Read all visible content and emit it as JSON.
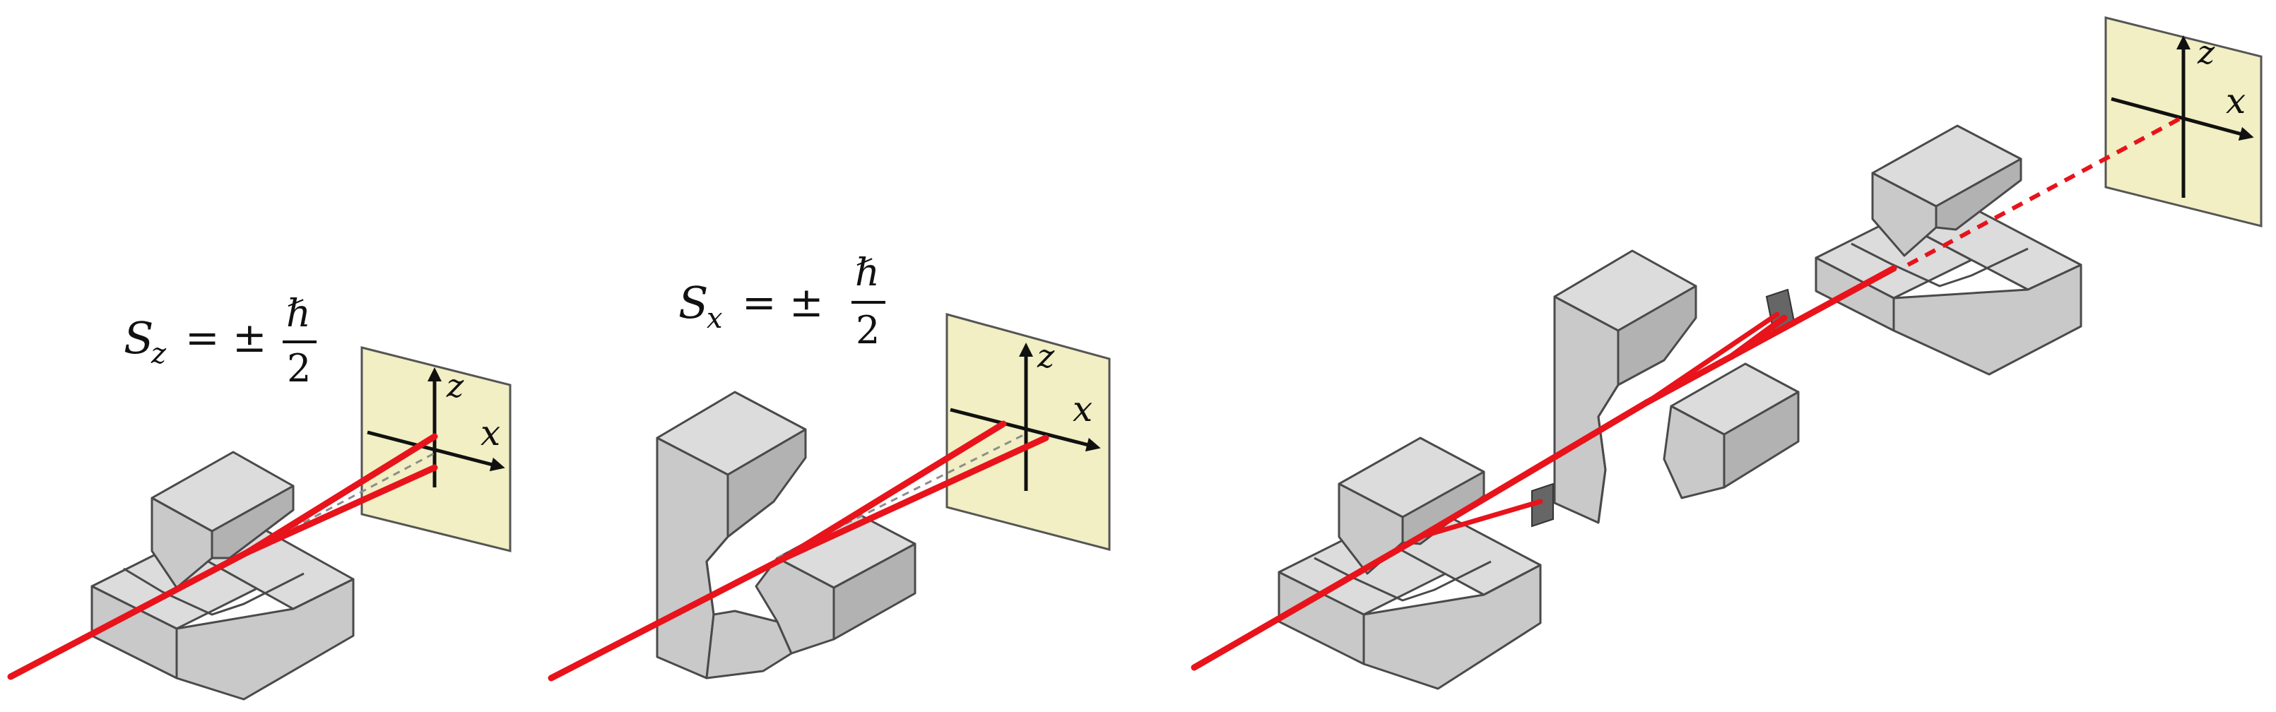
{
  "panels": {
    "sz": {
      "label": {
        "symbol": "S",
        "sub": "z",
        "eq": "= ±",
        "num": "ℏ",
        "den": "2"
      },
      "axis_z": "z",
      "axis_x": "x"
    },
    "sx": {
      "label": {
        "symbol": "S",
        "sub": "x",
        "eq": "= ±",
        "num": "ℏ",
        "den": "2"
      },
      "axis_z": "z",
      "axis_x": "x"
    },
    "sequential": {
      "axis_z": "z",
      "axis_x": "x"
    }
  },
  "colors": {
    "beam": "#e8131b",
    "magnet": "#c9c9c9",
    "screen": "#f1efc3",
    "blocker": "#666666"
  }
}
